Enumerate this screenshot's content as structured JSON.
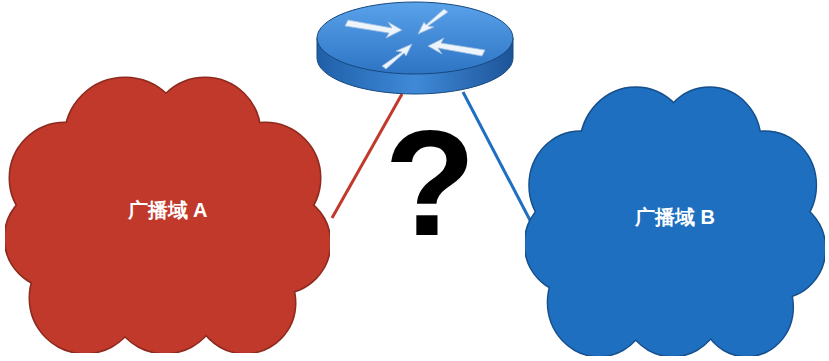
{
  "diagram": {
    "nodes": [
      {
        "text": [
          "广播域 A"
        ]
      },
      {
        "text": [
          "广播域 B"
        ]
      }
    ],
    "labels": [
      "?"
    ]
  }
}
